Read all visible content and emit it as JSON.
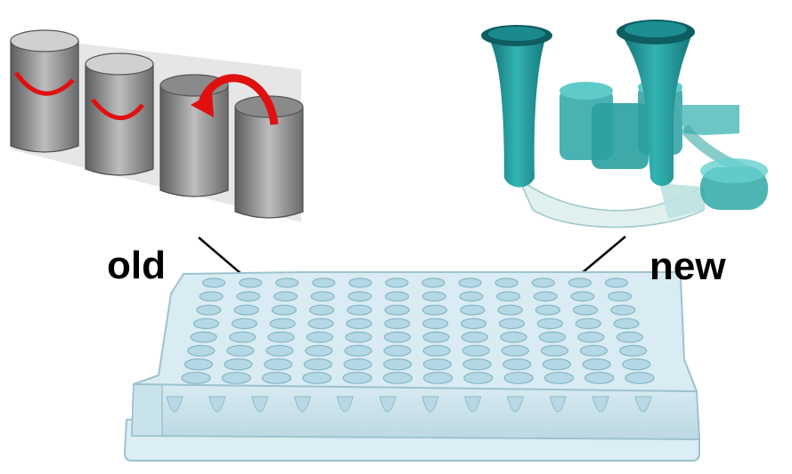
{
  "labels": {
    "old": "old",
    "new": "new"
  },
  "plate": {
    "rows": 8,
    "columns": 12
  },
  "colors": {
    "plate_top": "#d9ecf3",
    "plate_edge": "#9dc3cf",
    "plate_side": "#c6e0ea",
    "well": "#b5d8e6",
    "old_wells": "#7f7f7f",
    "arrow": "#e01010",
    "new_wells": "#2a9c9c"
  }
}
